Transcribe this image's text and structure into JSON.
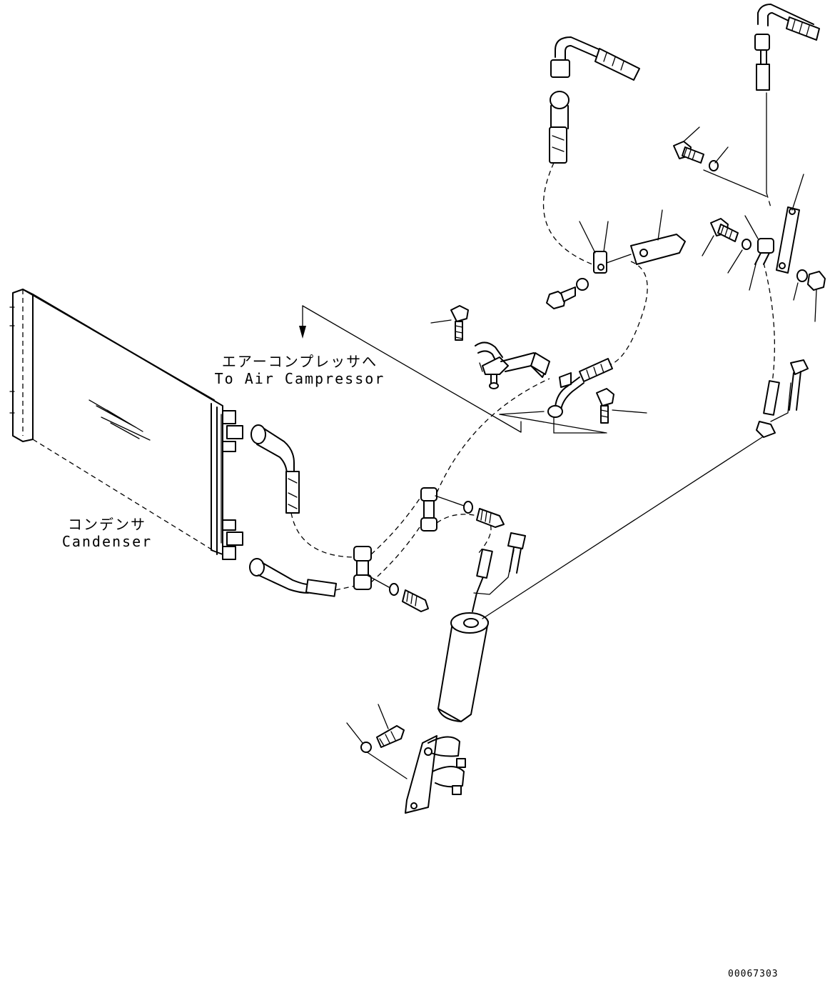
{
  "labels": {
    "compressor_jp": "エアーコンプレッサへ",
    "compressor_en": "To Air Campressor",
    "condenser_jp": "コンデンサ",
    "condenser_en": "Candenser"
  },
  "drawing_number": "00067303",
  "icons": [
    "condenser-icon",
    "receiver-drier-icon",
    "bolt-icon",
    "washer-icon",
    "nut-icon",
    "clamp-icon",
    "bracket-icon",
    "hose-icon",
    "arrow-down-icon"
  ]
}
